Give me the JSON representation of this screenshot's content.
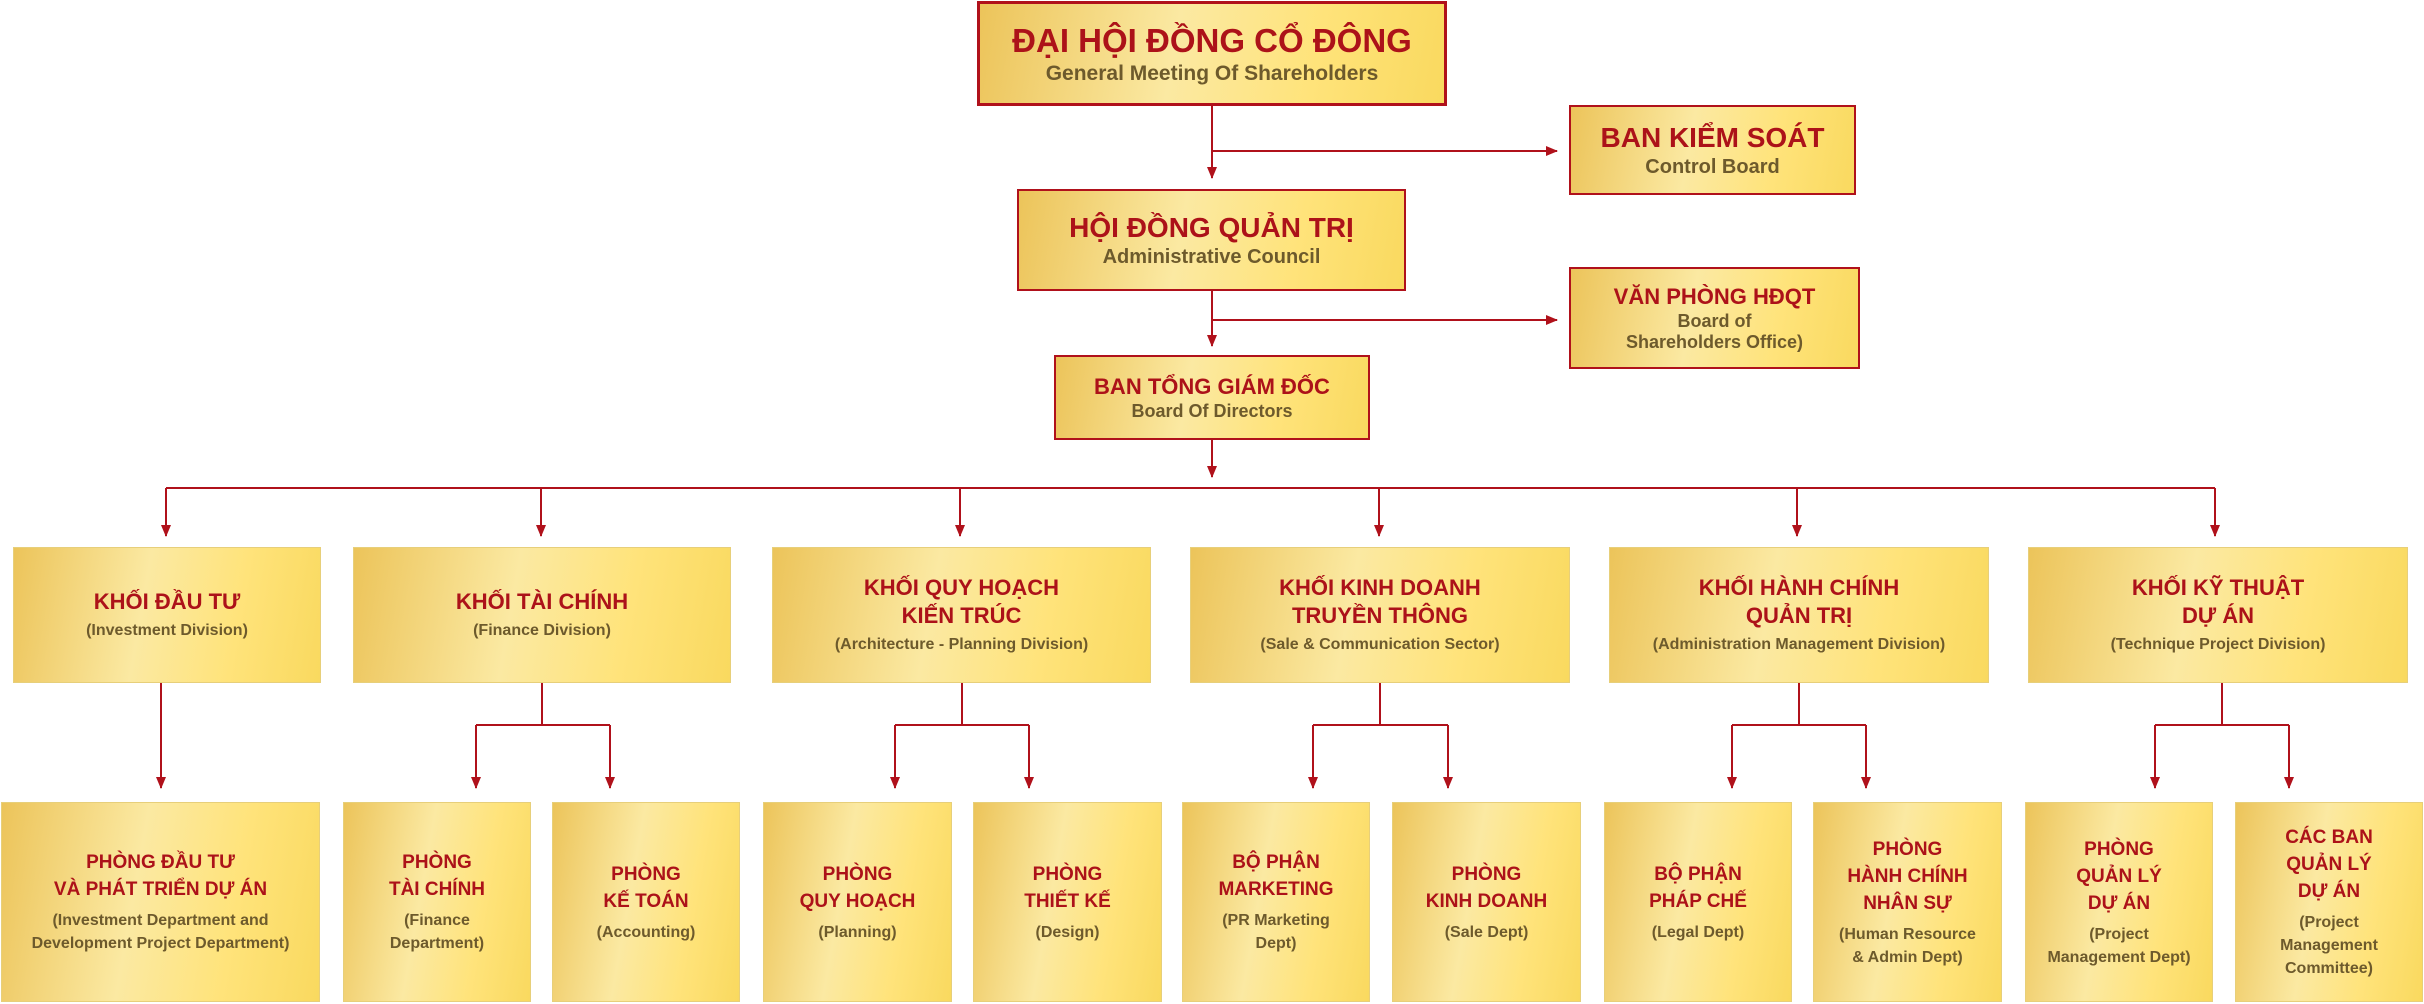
{
  "chart": {
    "top": {
      "general_meeting": {
        "vi": "ĐẠI HỘI ĐỒNG CỔ ĐÔNG",
        "en": "General Meeting Of Shareholders"
      },
      "control_board": {
        "vi": "BAN KIỂM SOÁT",
        "en": "Control Board"
      },
      "council": {
        "vi": "HỘI ĐỒNG QUẢN TRỊ",
        "en": "Administrative Council"
      },
      "office": {
        "vi": "VĂN PHÒNG HĐQT",
        "en": "Board of\nShareholders Office)"
      },
      "directors": {
        "vi": "BAN TỔNG GIÁM ĐỐC",
        "en": "Board Of Directors"
      }
    },
    "divisions": [
      {
        "vi": "KHỐI ĐẦU TƯ",
        "en": "(Investment Division)"
      },
      {
        "vi": "KHỐI TÀI CHÍNH",
        "en": "(Finance Division)"
      },
      {
        "vi": "KHỐI QUY HOẠCH\nKIẾN TRÚC",
        "en": "(Architecture - Planning Division)"
      },
      {
        "vi": "KHỐI KINH DOANH\nTRUYỀN THÔNG",
        "en": "(Sale & Communication Sector)"
      },
      {
        "vi": "KHỐI HÀNH CHÍNH\nQUẢN TRỊ",
        "en": "(Administration Management Division)"
      },
      {
        "vi": "KHỐI KỸ THUẬT\nDỰ ÁN",
        "en": "(Technique Project Division)"
      }
    ],
    "departments": [
      {
        "vi": "PHÒNG ĐẦU TƯ\nVÀ PHÁT TRIỂN DỰ ÁN",
        "en": "(Investment Department and\nDevelopment Project Department)"
      },
      {
        "vi": "PHÒNG\nTÀI CHÍNH",
        "en": "(Finance\nDepartment)"
      },
      {
        "vi": "PHÒNG\nKẾ TOÁN",
        "en": "(Accounting)"
      },
      {
        "vi": "PHÒNG\nQUY HOẠCH",
        "en": "(Planning)"
      },
      {
        "vi": "PHÒNG\nTHIẾT KẾ",
        "en": "(Design)"
      },
      {
        "vi": "BỘ PHẬN\nMARKETING",
        "en": "(PR Marketing\nDept)"
      },
      {
        "vi": "PHÒNG\nKINH DOANH",
        "en": "(Sale Dept)"
      },
      {
        "vi": "BỘ PHẬN\nPHÁP CHẾ",
        "en": "(Legal Dept)"
      },
      {
        "vi": "PHÒNG\nHÀNH CHÍNH\nNHÂN SỰ",
        "en": "(Human Resource\n& Admin Dept)"
      },
      {
        "vi": "PHÒNG\nQUẢN LÝ\nDỰ ÁN",
        "en": "(Project\nManagement Dept)"
      },
      {
        "vi": "CÁC BAN\nQUẢN LÝ\nDỰ ÁN",
        "en": "(Project\nManagement\nCommittee)"
      }
    ]
  },
  "colors": {
    "accent_red": "#b0111b",
    "text_red": "#ac1219",
    "text_brown": "#6d5a2c",
    "box_gold": "#fbe9a2"
  }
}
